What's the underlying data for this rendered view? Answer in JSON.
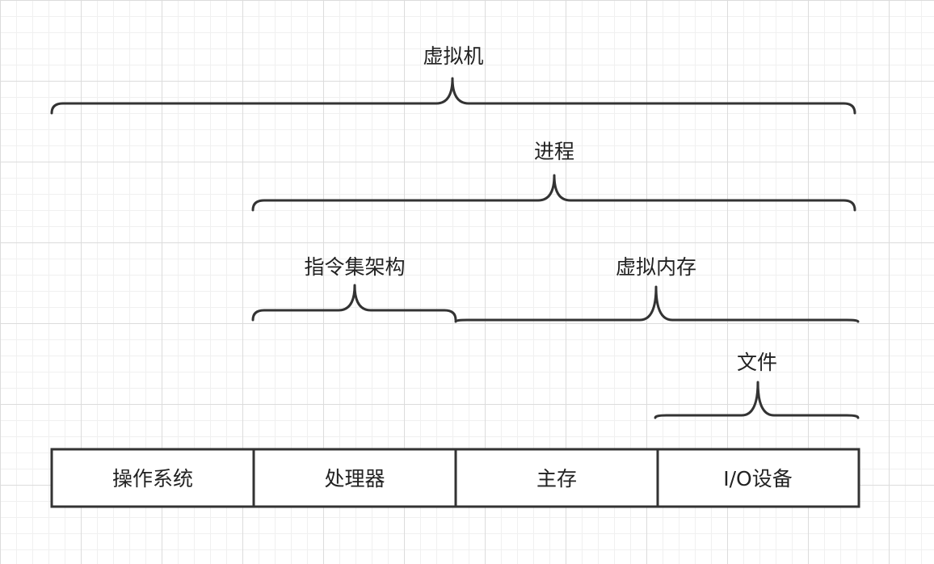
{
  "braces": {
    "virtual_machine": "虚拟机",
    "process": "进程",
    "isa": "指令集架构",
    "virtual_memory": "虚拟内存",
    "file": "文件"
  },
  "boxes": {
    "os": "操作系统",
    "processor": "处理器",
    "main_memory": "主存",
    "io_devices": "I/O设备"
  }
}
